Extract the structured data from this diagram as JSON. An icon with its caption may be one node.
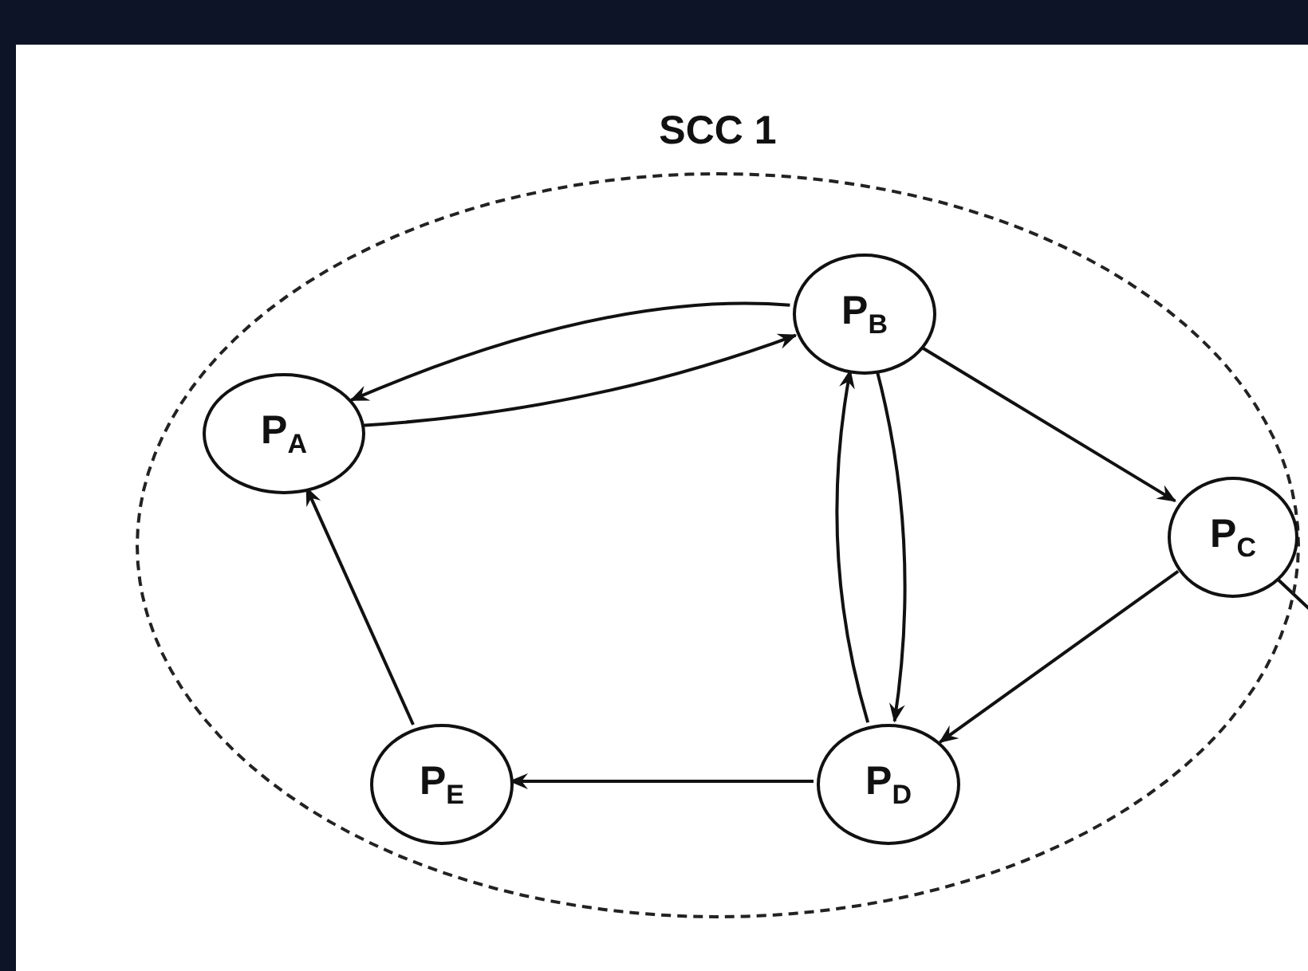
{
  "diagram": {
    "nodes": [
      {
        "text": [
          "SCC 1"
        ]
      },
      {
        "text": [
          "P$_{A}$"
        ],
        "in": 0
      },
      {
        "text": [
          "P$_{B}$"
        ],
        "in": 0
      },
      {
        "text": [
          "P$_{C}$"
        ],
        "in": 0
      },
      {
        "text": [
          "P$_{D}$"
        ],
        "in": 0
      },
      {
        "text": [
          "P$_{E}$"
        ],
        "in": 0
      }
    ],
    "edges": [
      {
        "from": 2,
        "to": 1,
        "arrow": "to"
      },
      {
        "from": 1,
        "to": 2,
        "arrow": "to"
      },
      {
        "from": 2,
        "to": 3,
        "arrow": "to"
      },
      {
        "from": 3,
        "to": 4,
        "arrow": "to"
      },
      {
        "from": 2,
        "to": 4,
        "arrow": "to"
      },
      {
        "from": 4,
        "to": 2,
        "arrow": "to"
      },
      {
        "from": 4,
        "to": 5,
        "arrow": "to"
      },
      {
        "from": 5,
        "to": 1,
        "arrow": "to"
      },
      {
        "from": 3,
        "to": null,
        "arrow": "none"
      }
    ]
  }
}
